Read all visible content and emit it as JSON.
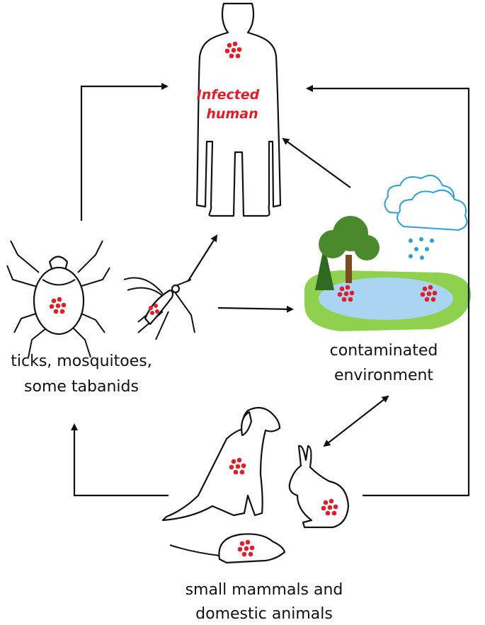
{
  "nodes": {
    "human": {
      "label_line1": "Infected",
      "label_line2": "human",
      "label_color": "#e11d2a"
    },
    "vectors": {
      "label_line1": "ticks, mosquitoes,",
      "label_line2": "some tabanids"
    },
    "environment": {
      "label_line1": "contaminated",
      "label_line2": "environment"
    },
    "animals": {
      "label_line1": "small mammals and",
      "label_line2": "domestic animals"
    }
  },
  "colors": {
    "pathogen": "#e11d2a",
    "water": "#a9d4f2",
    "grass": "#8fd14f",
    "tree": "#3f7d2a",
    "cloud": "#2a9fd8"
  }
}
